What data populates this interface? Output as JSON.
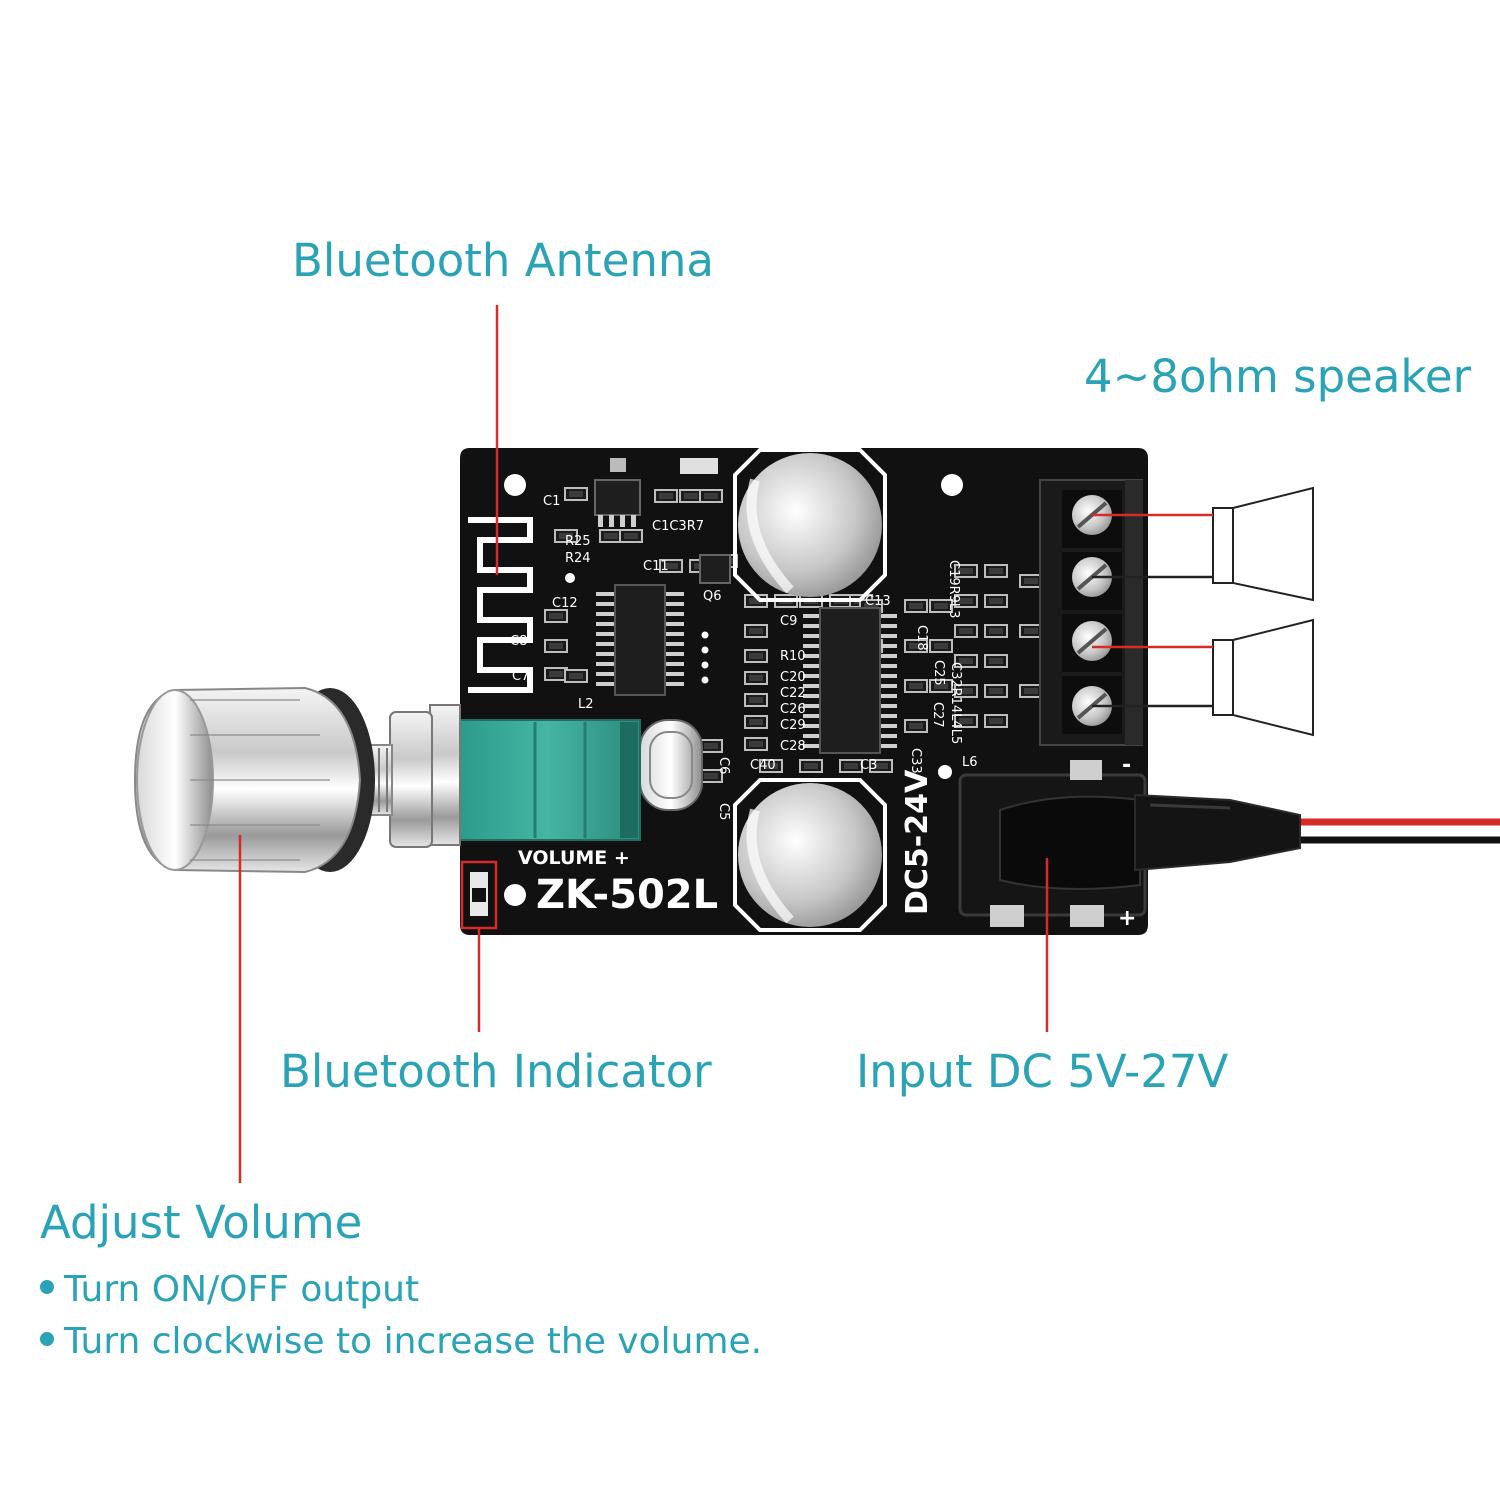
{
  "labels": {
    "antenna": "Bluetooth Antenna",
    "speaker": "4~8ohm speaker",
    "indicator": "Bluetooth Indicator",
    "input": "Input DC 5V-27V",
    "volume": "Adjust Volume"
  },
  "bullets": [
    "Turn ON/OFF output",
    "Turn clockwise to increase the volume."
  ],
  "board": {
    "model": "ZK-502L",
    "volume_mark": "VOLUME +",
    "dc_mark": "DC5-24V",
    "plus_mark": "+",
    "minus_mark": "-",
    "components": [
      "C1",
      "C1C3R7",
      "R25",
      "R24",
      "C11",
      "Q6",
      "C12",
      "C8",
      "C7",
      "L2",
      "C6",
      "C5",
      "C13",
      "C9",
      "C18",
      "R10",
      "C20",
      "C22",
      "C26",
      "C29",
      "C28",
      "C40",
      "C3",
      "L6",
      "C33",
      "C27",
      "C25",
      "C19R9L3",
      "C32R14L4L5"
    ]
  },
  "colors": {
    "label": "#2aa3b6",
    "pointer": "#d62b2b",
    "board": "#111111"
  }
}
